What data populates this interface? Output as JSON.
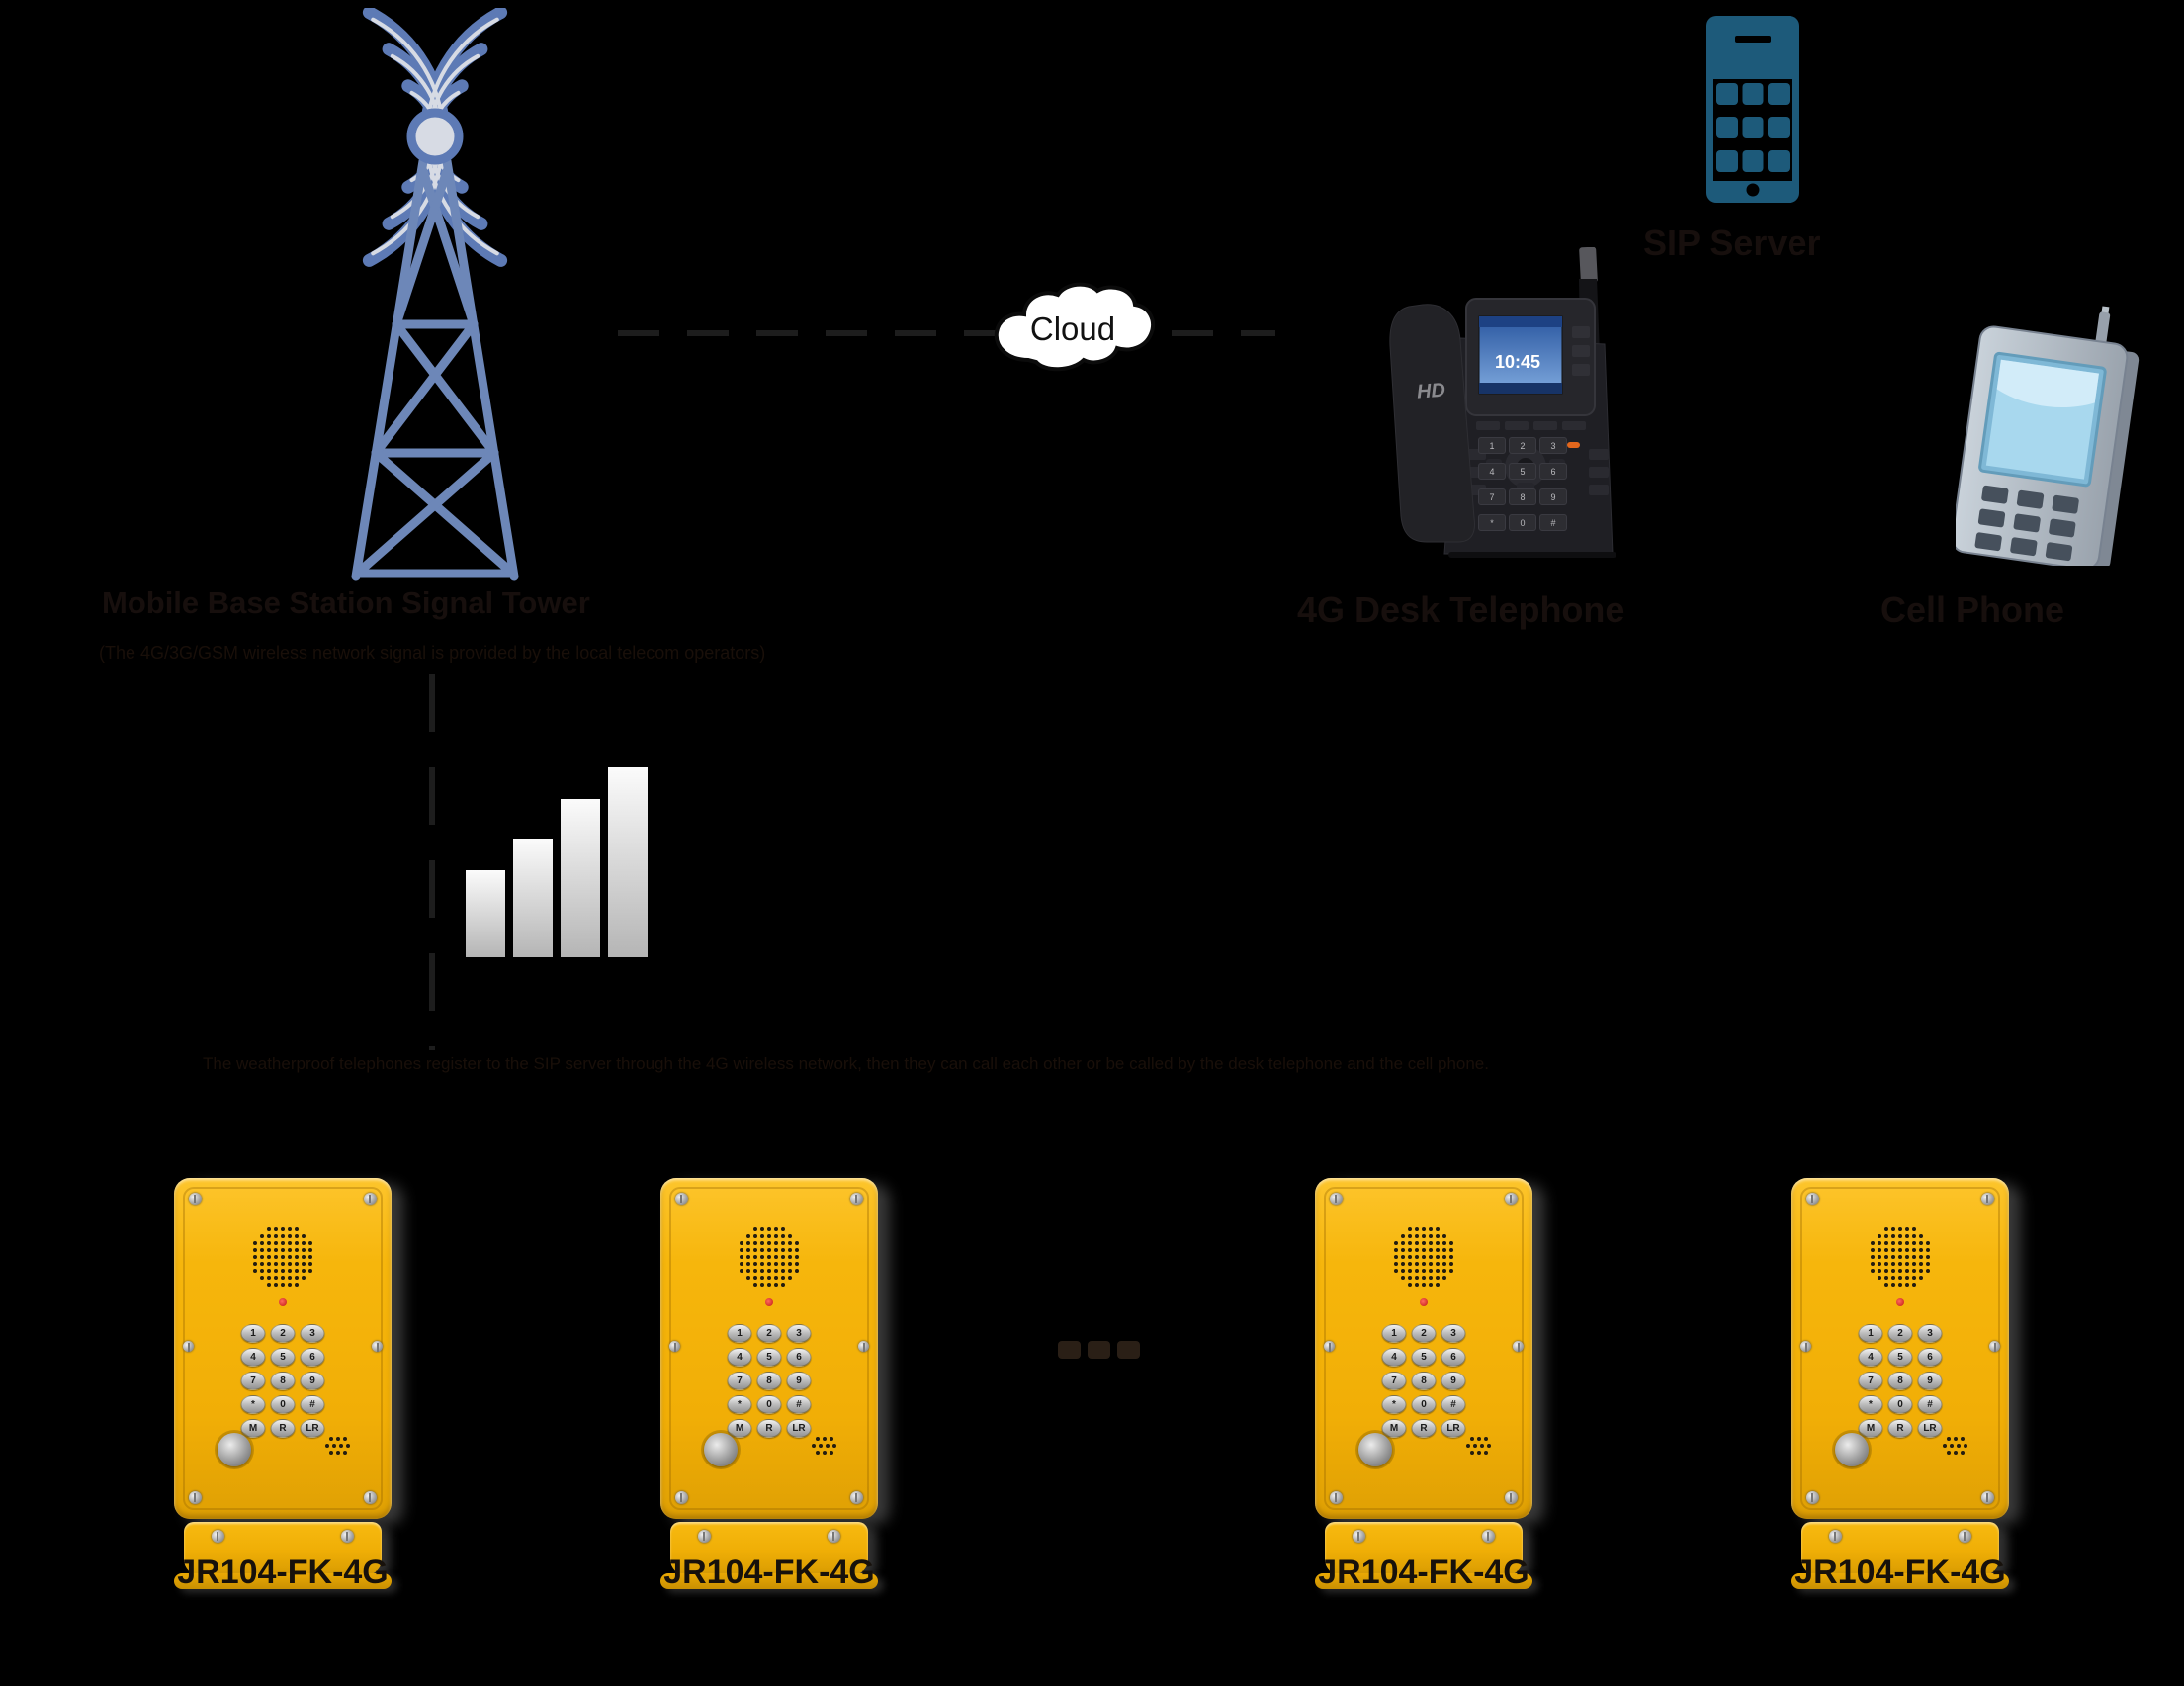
{
  "diagram": {
    "tower": {
      "label": "Mobile Base Station Signal Tower",
      "caption": "(The 4G/3G/GSM wireless network signal is provided by the local telecom operators)"
    },
    "cloud": {
      "label": "Cloud"
    },
    "sip_server": {
      "label": "SIP Server"
    },
    "desk_phone": {
      "label": "4G Desk Telephone",
      "handset_logo": "HD",
      "screen_time": "10:45",
      "keys": [
        "1",
        "2",
        "3",
        "4",
        "5",
        "6",
        "7",
        "8",
        "9",
        "*",
        "0",
        "#"
      ]
    },
    "cell_phone": {
      "label": "Cell Phone"
    },
    "bridge_caption": "The weatherproof telephones register to the SIP server through the 4G wireless network, then they can call each other or be called by the desk telephone and the cell phone.",
    "signal_bars": {
      "heights": [
        88,
        120,
        160,
        192
      ]
    },
    "more_units_dots": 3,
    "wall_phone": {
      "model": "JR104-FK-4G",
      "keypad": [
        [
          "1",
          "2",
          "3"
        ],
        [
          "4",
          "5",
          "6"
        ],
        [
          "7",
          "8",
          "9"
        ],
        [
          "*",
          "0",
          "#"
        ],
        [
          "M",
          "R",
          "LR"
        ]
      ],
      "grille_rows": [
        5,
        7,
        9,
        9,
        9,
        9,
        9,
        7,
        5
      ],
      "mic_rows": [
        3,
        4,
        3
      ],
      "units": [
        {
          "label": "JR104-FK-4G"
        },
        {
          "label": "JR104-FK-4G"
        },
        {
          "label": "JR104-FK-4G"
        },
        {
          "label": "JR104-FK-4G"
        }
      ]
    },
    "colors": {
      "tower_blue": "#5d7ab5",
      "tower_light": "#d7dbe4",
      "server_teal": "#1d5a7a",
      "phone_yellow": "#f5b40a",
      "cloud_white": "#ffffff",
      "label_ink": "#170f0d",
      "dashed_line": "#1d1d1d",
      "signal_bar_top": "#fafafa",
      "signal_bar_bottom": "#b5b5b5"
    }
  }
}
